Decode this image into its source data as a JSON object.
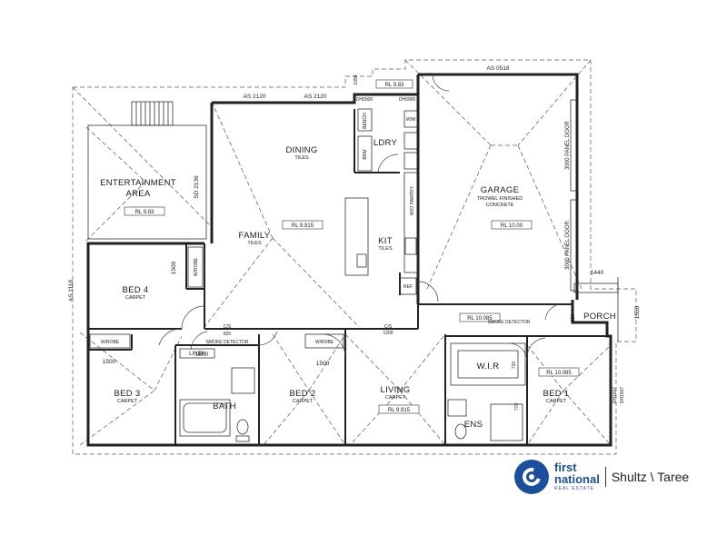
{
  "rooms": {
    "entertainment": {
      "line1": "ENTERTAINMENT",
      "line2": "AREA",
      "rl": "RL 9.83"
    },
    "dining": {
      "label": "DINING",
      "finish": "TILES"
    },
    "family": {
      "label": "FAMILY",
      "finish": "TILES",
      "rl": "RL 9.915"
    },
    "kit": {
      "label": "KIT",
      "finish": "TILES"
    },
    "ldry": {
      "label": "LDRY"
    },
    "garage": {
      "label": "GARAGE",
      "finish1": "TROWEL FINISHED",
      "finish2": "CONCRETE",
      "rl": "RL 10.00"
    },
    "bed4": {
      "label": "BED 4",
      "finish": "CARPET"
    },
    "bed3": {
      "label": "BED 3",
      "finish": "CARPET"
    },
    "bath": {
      "label": "BATH"
    },
    "linen": {
      "label": "LINEN"
    },
    "bed2": {
      "label": "BED 2",
      "finish": "CARPET"
    },
    "living": {
      "label": "LIVING",
      "finish": "CARPET",
      "rl": "RL 9.915"
    },
    "wir": {
      "label": "W.I.R"
    },
    "ens": {
      "label": "ENS"
    },
    "bed1": {
      "label": "BED 1",
      "finish": "CARPET",
      "rl": "RL 10.085"
    },
    "porch": {
      "label": "PORCH"
    },
    "hall": {
      "rl": "RL 10.085"
    }
  },
  "fixtures": {
    "wrobe": "W/ROBE",
    "pantry": "PANTRY",
    "wo": "W/O",
    "ref": "REF",
    "bench": "BENCH",
    "brm": "BRM",
    "wm": "W/M",
    "smoke": "SMOKE DETECTOR",
    "cs": "C/S"
  },
  "annotations": {
    "as_2120": "AS 2120",
    "as_0518": "AS 0518",
    "as_1118": "AS 1118",
    "sd_2136": "SD 2136",
    "panel_door": "3000 PANEL DOOR",
    "rl_983": "RL 9.83",
    "dh0906": "DH0906",
    "dh1607": "DH1607",
    "dim_1500": "1500",
    "dim_1800": "1800",
    "dim_1440": "1440",
    "dim_1550": "1550",
    "dim_1200": "1200",
    "dim_820": "820",
    "dim_720": "720",
    "dim_770": "770",
    "dim_1050": "1050"
  },
  "logo": {
    "brand_top": "first",
    "brand_bottom": "national",
    "tagline": "REAL ESTATE",
    "office": "Shultz \\ Taree"
  },
  "colors": {
    "line": "#222222",
    "brand": "#1b4f9c"
  }
}
